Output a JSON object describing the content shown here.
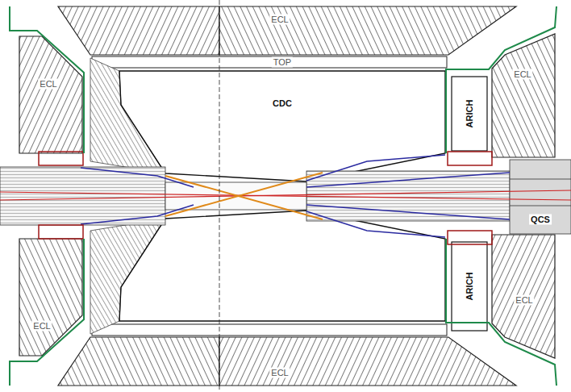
{
  "diagram": {
    "labels": [
      "ECL",
      "TOP",
      "CDC",
      "ECL",
      "ARICH",
      "ECL",
      "QCS",
      "ARICH",
      "ECL",
      "ECL",
      "ECL"
    ]
  }
}
